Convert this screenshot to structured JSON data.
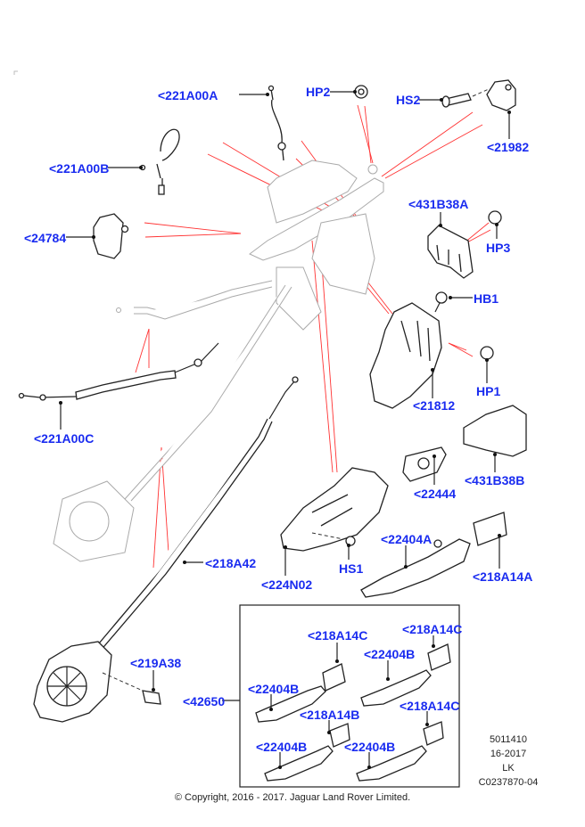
{
  "diagram": {
    "labels": {
      "221A00A": "<221A00A",
      "HP2": "HP2",
      "HS2": "HS2",
      "21982": "<21982",
      "221A00B": "<221A00B",
      "24784": "<24784",
      "431B38A": "<431B38A",
      "HP3": "HP3",
      "HB1": "HB1",
      "HP1": "HP1",
      "21812": "<21812",
      "221A00C": "<221A00C",
      "22444": "<22444",
      "431B38B": "<431B38B",
      "22404A": "<22404A",
      "HS1": "HS1",
      "218A14A": "<218A14A",
      "224N02": "<224N02",
      "218A42": "<218A42",
      "219A38": "<219A38",
      "42650": "<42650"
    },
    "kit_box": {
      "labels": [
        {
          "handle": "<22404B",
          "cap": "<218A14C"
        },
        {
          "handle": "<22404B",
          "cap": "<218A14C"
        },
        {
          "handle": "<22404B",
          "cap": "<218A14B"
        },
        {
          "handle": "<22404B",
          "cap": "<218A14C"
        }
      ]
    },
    "info_block": [
      "5011410",
      "16-2017",
      "LK",
      "C0237870-04"
    ],
    "copyright": "© Copyright, 2016 - 2017. Jaguar Land Rover Limited.",
    "colors": {
      "label": "#1a2cf0",
      "leader_red": "#ff3333",
      "line": "#222222"
    }
  }
}
